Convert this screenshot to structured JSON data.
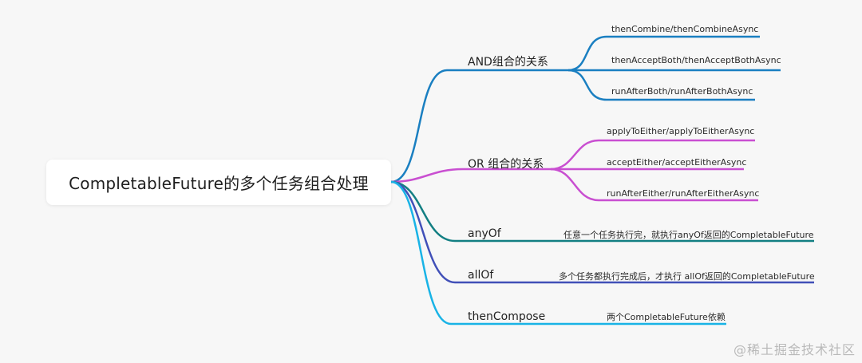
{
  "root": {
    "label": "CompletableFuture的多个任务组合处理"
  },
  "branches": [
    {
      "label": "AND组合的关系",
      "color": "#1a7fc1",
      "children": [
        "thenCombine/thenCombineAsync",
        "thenAcceptBoth/thenAcceptBothAsync",
        "runAfterBoth/runAfterBothAsync"
      ]
    },
    {
      "label": "OR 组合的关系",
      "color": "#c94fd1",
      "children": [
        "applyToEither/applyToEitherAsync",
        "acceptEither/acceptEitherAsync",
        "runAfterEither/runAfterEitherAsync"
      ]
    },
    {
      "label": "anyOf",
      "color": "#137f83",
      "children": [
        "任意一个任务执行完，就执行anyOf返回的CompletableFuture"
      ]
    },
    {
      "label": "allOf",
      "color": "#4150b8",
      "children": [
        "多个任务都执行完成后，才执行 allOf返回的CompletableFuture"
      ]
    },
    {
      "label": "thenCompose",
      "color": "#19b3e6",
      "children": [
        "两个CompletableFuture依赖"
      ]
    }
  ],
  "watermark": "@稀土掘金技术社区"
}
